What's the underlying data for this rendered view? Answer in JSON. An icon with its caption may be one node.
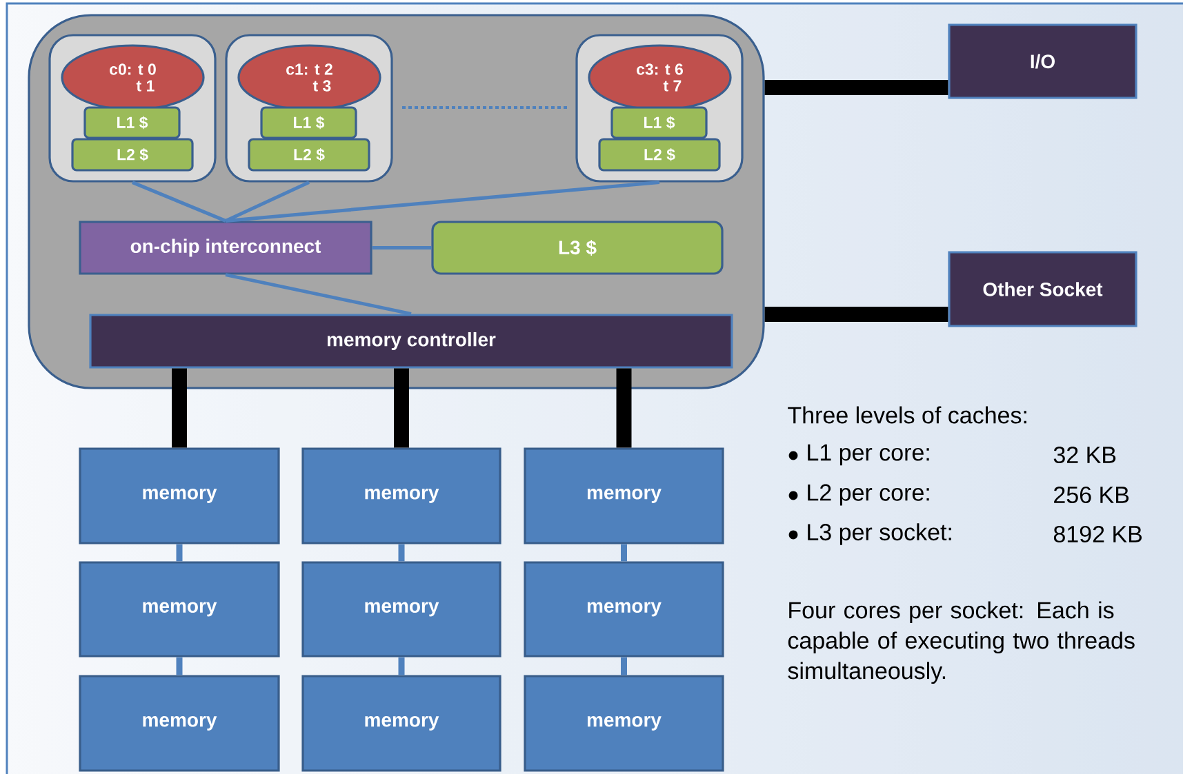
{
  "diagram": {
    "nodes": [
      {
        "text": [],
        "shape": "box"
      },
      {
        "text": [],
        "shape": "box",
        "in": 0
      },
      {
        "text": [
          "c0: t 0",
          "t 1"
        ],
        "in": 1
      },
      {
        "text": [
          "L1 $"
        ],
        "in": 1
      },
      {
        "text": [
          "L2 $"
        ],
        "in": 1
      },
      {
        "text": [],
        "shape": "box",
        "in": 0
      },
      {
        "text": [
          "c1: t 2",
          "t 3"
        ],
        "in": 5
      },
      {
        "text": [
          "L1 $"
        ],
        "in": 5
      },
      {
        "text": [
          "L2 $"
        ],
        "in": 5
      },
      {
        "text": [],
        "shape": "box",
        "in": 0
      },
      {
        "text": [
          "c3: t 6",
          "t 7"
        ],
        "in": 9
      },
      {
        "text": [
          "L1 $"
        ],
        "in": 9
      },
      {
        "text": [
          "L2 $"
        ],
        "in": 9
      },
      {
        "text": [
          "on-chip interconnect"
        ],
        "in": 0
      },
      {
        "text": [
          "L3 $"
        ],
        "in": 0
      },
      {
        "text": [
          "memory controller"
        ],
        "in": 0
      },
      {
        "text": [
          "I/O"
        ]
      },
      {
        "text": [
          "Other Socket"
        ]
      },
      {
        "text": [
          "memory"
        ]
      },
      {
        "text": [
          "memory"
        ]
      },
      {
        "text": [
          "memory"
        ]
      },
      {
        "text": [
          "memory"
        ]
      },
      {
        "text": [
          "memory"
        ]
      },
      {
        "text": [
          "memory"
        ]
      },
      {
        "text": [
          "memory"
        ]
      },
      {
        "text": [
          "memory"
        ]
      },
      {
        "text": [
          "memory"
        ]
      }
    ],
    "edges": [
      {
        "from": 1,
        "to": 13,
        "arrow": "none"
      },
      {
        "from": 5,
        "to": 13,
        "arrow": "none"
      },
      {
        "from": 9,
        "to": 13,
        "arrow": "none"
      },
      {
        "from": 13,
        "to": 14,
        "arrow": "none"
      },
      {
        "from": 13,
        "to": 15,
        "arrow": "none"
      },
      {
        "from": 0,
        "to": 16,
        "arrow": "none",
        "style": "thick",
        "color": "#000000"
      },
      {
        "from": 0,
        "to": 17,
        "arrow": "none",
        "style": "thick",
        "color": "#000000"
      },
      {
        "from": 15,
        "to": 18,
        "arrow": "none",
        "style": "thick",
        "color": "#000000"
      },
      {
        "from": 15,
        "to": 19,
        "arrow": "none",
        "style": "thick",
        "color": "#000000"
      },
      {
        "from": 15,
        "to": 20,
        "arrow": "none",
        "style": "thick",
        "color": "#000000"
      },
      {
        "from": 18,
        "to": 21,
        "arrow": "none"
      },
      {
        "from": 21,
        "to": 24,
        "arrow": "none"
      },
      {
        "from": 19,
        "to": 22,
        "arrow": "none"
      },
      {
        "from": 22,
        "to": 25,
        "arrow": "none"
      },
      {
        "from": 20,
        "to": 23,
        "arrow": "none"
      },
      {
        "from": 23,
        "to": 26,
        "arrow": "none"
      }
    ],
    "labels": [
      "Three levels of caches:",
      "L1 per core:",
      "32 KB",
      "L2 per core:",
      "256 KB",
      "L3 per socket:",
      "8192 KB",
      "Four cores per socket: Each is capable of executing two threads simultaneously."
    ]
  }
}
